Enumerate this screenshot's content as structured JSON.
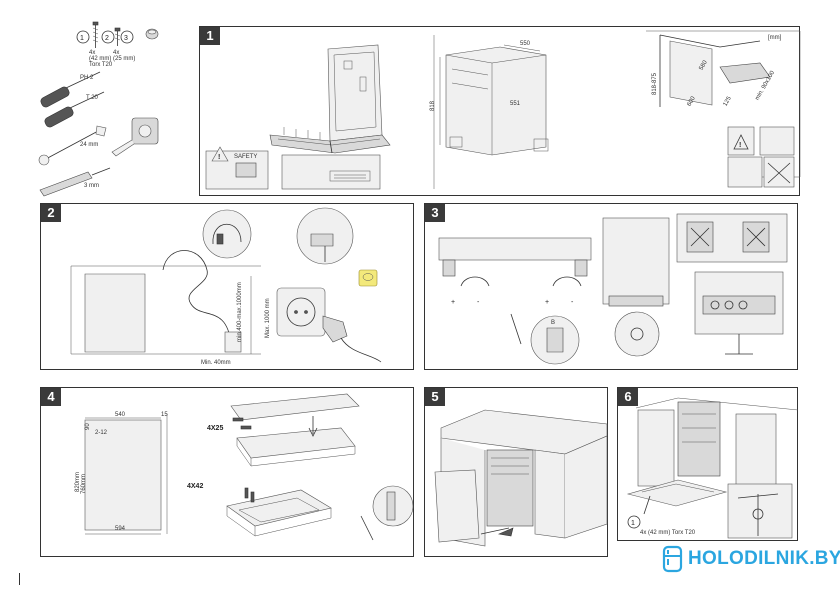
{
  "panels": [
    {
      "number": "1"
    },
    {
      "number": "2"
    },
    {
      "number": "3"
    },
    {
      "number": "4"
    },
    {
      "number": "5"
    },
    {
      "number": "6"
    }
  ],
  "tools": {
    "callouts": [
      "1",
      "2",
      "3"
    ],
    "screw_labels": [
      "4x\n(42 mm)\nTorx T20",
      "4x\n(25 mm)"
    ],
    "wrench_size": "24 mm",
    "screwdriver_labels": [
      "PH 2",
      "T 20"
    ],
    "drill_label": "3 mm"
  },
  "panel1": {
    "unit": "[mm]",
    "dims_side": [
      "550",
      "818"
    ],
    "dim_depth": "551",
    "niche_dims": [
      "818-875",
      "580",
      "600",
      "125",
      "min. 90x100"
    ],
    "safety_label": "SAFETY"
  },
  "panel2": {
    "drain_height": "min.400-max.1000mm",
    "drain_side": "Max. 1000 mm",
    "drain_bottom": "Min. 40mm"
  },
  "panel3": {
    "signs": [
      "+",
      "-",
      "+",
      "-"
    ],
    "foot_label": "B"
  },
  "panel4": {
    "width_top": "540",
    "offset": "15",
    "height_label": "820mm",
    "height_label_2": "760mm",
    "small_dim": "2-12",
    "side_dim": "90",
    "width_bottom": "594",
    "screws_top": "4X25",
    "screws_bottom": "4X42"
  },
  "panel6": {
    "callout": "1",
    "screw_label": "4x\n(42 mm)\nTorx T20"
  },
  "brand": {
    "name": "HOLODILNIK.BY",
    "color": "#2ba6e0"
  }
}
